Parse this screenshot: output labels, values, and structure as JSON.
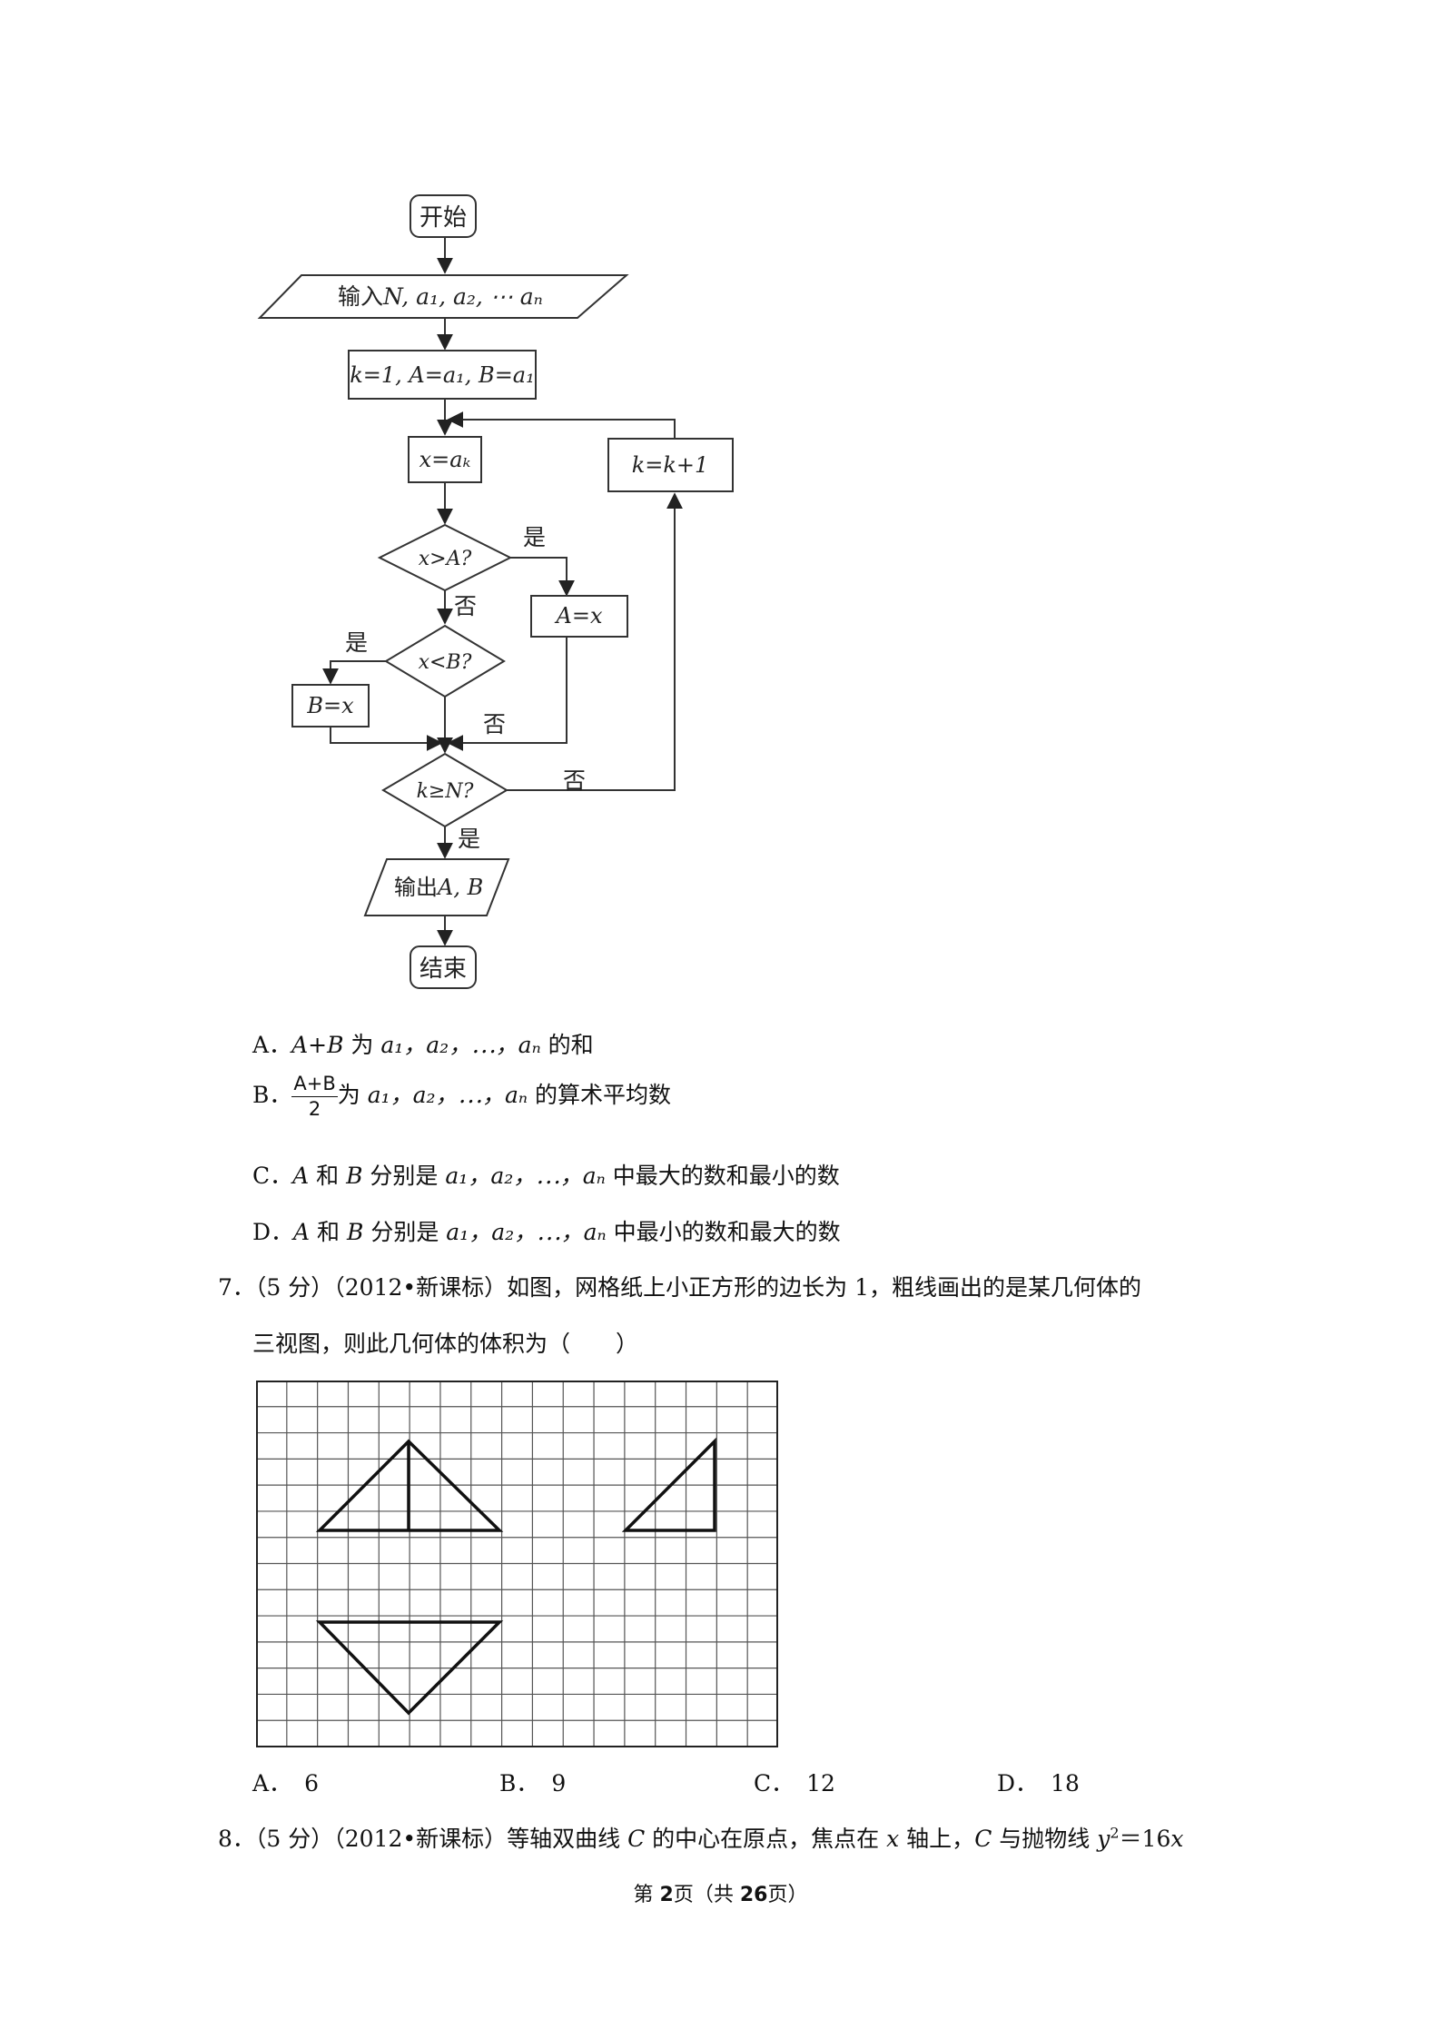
{
  "flowchart": {
    "start": "开始",
    "input_prefix": "输入",
    "input_vars": "N, a₁, a₂, ⋯ aₙ",
    "init": "k=1, A=a₁, B=a₁",
    "assign_x": "x=aₖ",
    "increment": "k=k+1",
    "cond1": "x>A?",
    "yes1": "是",
    "no1": "否",
    "assign_A": "A=x",
    "cond2": "x<B?",
    "yes2": "是",
    "no2": "否",
    "assign_B": "B=x",
    "cond3": "k≥N?",
    "no3": "否",
    "yes3": "是",
    "output_prefix": "输出",
    "output_vars": "A, B",
    "end": "结束"
  },
  "q6_options": {
    "A": {
      "label": "A．",
      "expr": "A+B",
      "text_mid": "为 ",
      "seq": "a₁，a₂，⋯，aₙ",
      "tail": "的和"
    },
    "B": {
      "label": "B．",
      "num": "A+B",
      "den": "2",
      "text_mid": "为 ",
      "seq": "a₁，a₂，⋯，aₙ",
      "tail": "的算术平均数"
    },
    "C": {
      "label": "C．",
      "var1": "A",
      "and": " 和 ",
      "var2": "B",
      "mid": " 分别是 ",
      "seq": "a₁，a₂，⋯，aₙ",
      "tail": "中最大的数和最小的数"
    },
    "D": {
      "label": "D．",
      "var1": "A",
      "and": " 和 ",
      "var2": "B",
      "mid": " 分别是 ",
      "seq": "a₁，a₂，⋯，aₙ",
      "tail": "中最小的数和最大的数"
    }
  },
  "q7": {
    "line1": "7．（5 分）（2012•新课标）如图，网格纸上小正方形的边长为 1，粗线画出的是某几何体的",
    "line2": "三视图，则此几何体的体积为（　　）",
    "choices": [
      {
        "label": "A．",
        "value": "6"
      },
      {
        "label": "B．",
        "value": "9"
      },
      {
        "label": "C．",
        "value": "12"
      },
      {
        "label": "D．",
        "value": "18"
      }
    ]
  },
  "q8": {
    "prefix": "8．（5 分）（2012•新课标）等轴双曲线 ",
    "C1": "C",
    "mid1": " 的中心在原点，焦点在 ",
    "x1": "x",
    "mid2": " 轴上，",
    "C2": "C",
    "mid3": " 与抛物线 ",
    "y": "y",
    "exp": "2",
    "eq": "＝16",
    "x2": "x"
  },
  "footer": {
    "pre": "第 ",
    "page": "2",
    "mid": "页（共 ",
    "total": "26",
    "post": "页）"
  }
}
